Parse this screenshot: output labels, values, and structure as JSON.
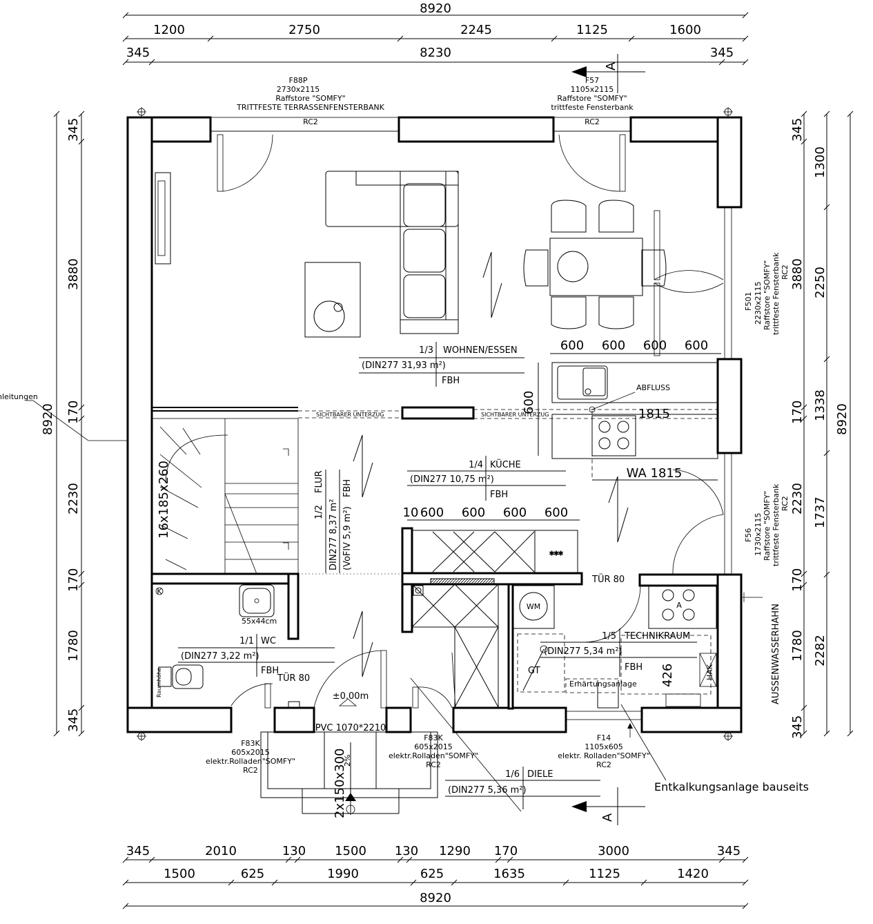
{
  "dimensions": {
    "top_total": "8920",
    "top_row2": [
      "1200",
      "2750",
      "2245",
      "1125",
      "1600"
    ],
    "top_row3_left": "345",
    "top_row3_mid": "8230",
    "top_row3_right": "345",
    "left_outer": "8920",
    "left_inner": [
      "345",
      "3880",
      "170",
      "2230",
      "170",
      "1780",
      "345"
    ],
    "right_inner": [
      "345",
      "1300",
      "3880",
      "2250",
      "170",
      "1338",
      "8920",
      "2230",
      "1737",
      "170",
      "1780",
      "2282",
      "345"
    ],
    "bottom_row1": [
      "345",
      "2010",
      "130",
      "1500",
      "130",
      "1290",
      "170",
      "3000",
      "345"
    ],
    "bottom_row2": [
      "1500",
      "625",
      "1990",
      "625",
      "1635",
      "1125",
      "1420"
    ],
    "bottom_total": "8920",
    "kitchen_top": [
      "600",
      "600",
      "600",
      "600"
    ],
    "kitchen_mid": [
      "10",
      "600",
      "600",
      "600",
      "600"
    ],
    "kitchen_vertical": "600",
    "wa_width": "WA 1815",
    "counter_width": "1815"
  },
  "windows": {
    "f88p": [
      "F88P",
      "2730x2115",
      "Raffstore \"SOMFY\"",
      "TRITTFESTE TERRASSENFENSTERBANK",
      "RC2"
    ],
    "f57": [
      "F57",
      "1105x2115",
      "Raffstore \"SOMFY\"",
      "trittfeste Fensterbank",
      "RC2"
    ],
    "f501": [
      "F501",
      "2230x2115",
      "Raffstore \"SOMFY\"",
      "trittfeste Fensterbank",
      "RC2"
    ],
    "f56": [
      "F56",
      "1730x2115",
      "Raffstore \"SOMFY\"",
      "trittfeste Fensterbank",
      "RC2"
    ],
    "f83k_left": [
      "F83K",
      "605x2015",
      "elektr.Rolladen\"SOMFY\"",
      "RC2"
    ],
    "f83k_right": [
      "F83K",
      "605x2015",
      "elektr.Rolladen\"SOMFY\"",
      "RC2"
    ],
    "f14": [
      "F14",
      "1105x605",
      "elektr. Rolladen\"SOMFY\"",
      "RC2"
    ]
  },
  "rooms": {
    "wohnen": {
      "num": "1/3",
      "name": "WOHNEN/ESSEN",
      "din": "(DIN277  31,93 m²)",
      "fbh": "FBH"
    },
    "kueche": {
      "num": "1/4",
      "name": "KÜCHE",
      "din": "(DIN277  10,75 m²)",
      "fbh": "FBH"
    },
    "flur": {
      "num": "1/2",
      "name": "FLUR",
      "din": "DIN277  8,37 m²",
      "vofiv": "(VoFlV    5,9 m²)",
      "fbh": "FBH"
    },
    "wc": {
      "num": "1/1",
      "name": "WC",
      "din": "(DIN277    3,22 m²)",
      "fbh": "FBH"
    },
    "technik": {
      "num": "1/5",
      "name": "TECHNIKRAUM",
      "din": "(DIN277   5,34 m²)",
      "fbh": "FBH"
    },
    "diele": {
      "num": "1/6",
      "name": "DIELE",
      "din": "(DIN277   5,36 m²)"
    }
  },
  "labels": {
    "sichtbarer_left": "SICHTBARER UNTERZUG",
    "sichtbarer_right": "SICHTBARER UNTERZUG",
    "abfluss": "ABFLUSS",
    "tuer80_right": "TÜR 80",
    "tuer80_left": "TÜR 80",
    "stair": "16x185x260",
    "sink_size": "55x44cm",
    "level": "±0.00m",
    "pvc": "PVC 1070*2210",
    "steps": "2x150x300",
    "slope": "2%",
    "leitungen": "nleitungen",
    "aussen": "AUSSENWASSERHAHN",
    "entkalkung": "Entkalkungsanlage bauseits",
    "erhaertung": "Erhärtungsanlage",
    "raumhoehe": "Raumhöhe",
    "wm": "WM",
    "hak": "HAK",
    "gt": "GT",
    "a_mark": "A",
    "k_mark": "K",
    "h426": "426",
    "section_a": "A",
    "stove_marks": "***"
  }
}
